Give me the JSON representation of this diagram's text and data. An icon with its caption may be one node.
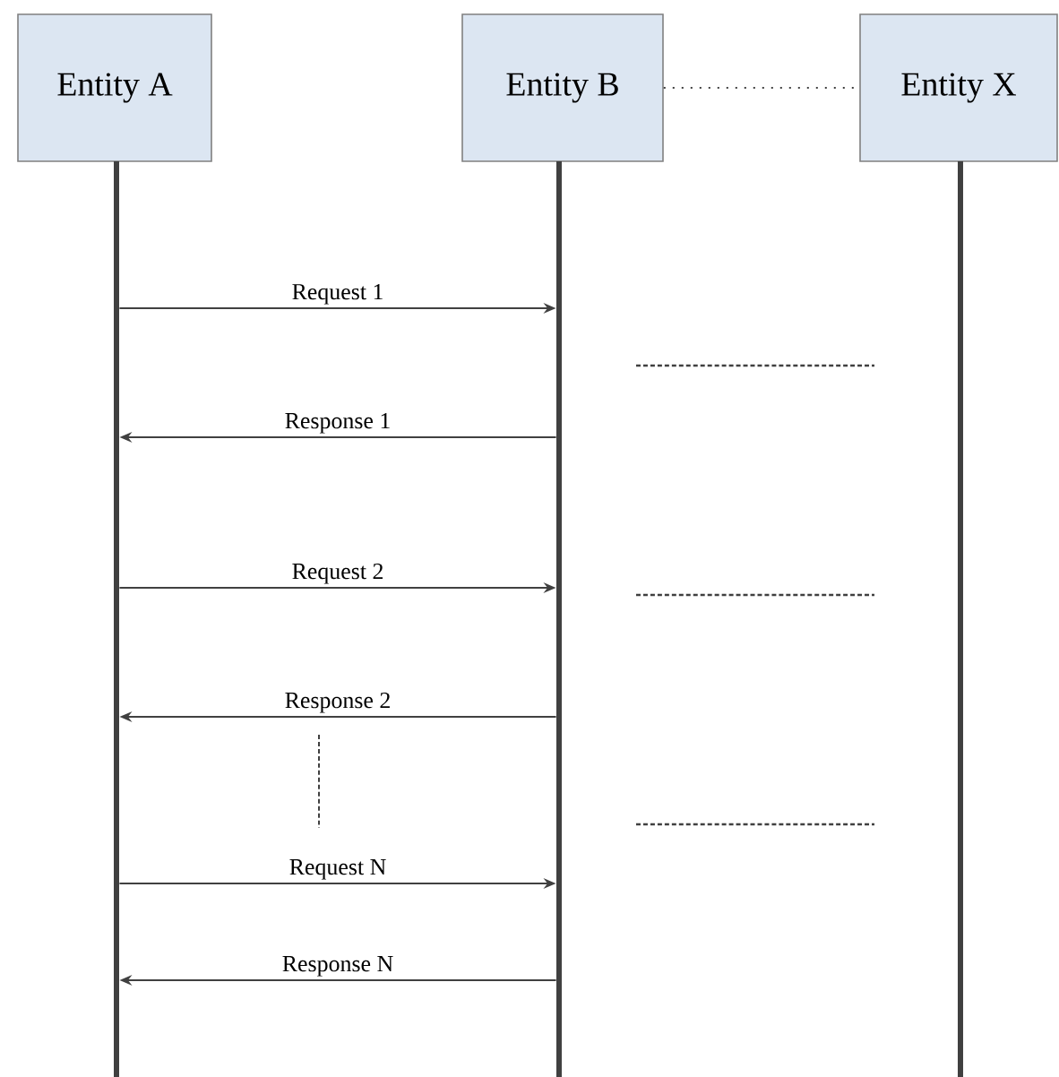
{
  "diagram": {
    "nodes": [
      {
        "text": [
          "Entity A"
        ]
      },
      {
        "text": [
          "Entity B"
        ]
      },
      {
        "text": [
          "Entity X"
        ]
      },
      {
        "text": [],
        "shape": "bar"
      },
      {
        "text": [],
        "shape": "bar"
      },
      {
        "text": [],
        "shape": "bar"
      }
    ],
    "edges": [
      {
        "from": 1,
        "to": 2,
        "arrow": "none",
        "style": "dashed"
      },
      {
        "from": 3,
        "to": 4,
        "arrow": "to",
        "label": "Request 1"
      },
      {
        "from": 4,
        "to": 3,
        "arrow": "to",
        "label": "Response 1"
      },
      {
        "from": 3,
        "to": 4,
        "arrow": "to",
        "label": "Request 2"
      },
      {
        "from": 4,
        "to": 3,
        "arrow": "to",
        "label": "Response 2"
      },
      {
        "from": 3,
        "to": 4,
        "arrow": "to",
        "label": "Request N"
      },
      {
        "from": 4,
        "to": 3,
        "arrow": "to",
        "label": "Response N"
      }
    ]
  }
}
